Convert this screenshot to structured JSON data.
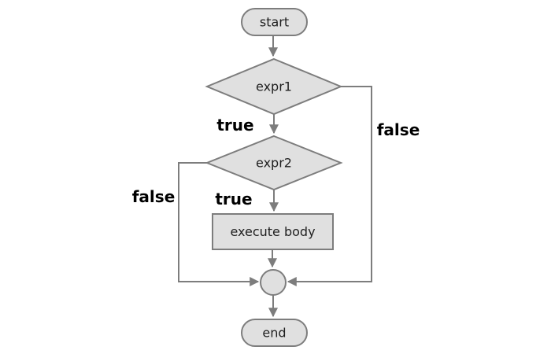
{
  "diagram": {
    "type": "flowchart",
    "nodes": {
      "start": {
        "label": "start",
        "shape": "stadium"
      },
      "expr1": {
        "label": "expr1",
        "shape": "diamond"
      },
      "expr2": {
        "label": "expr2",
        "shape": "diamond"
      },
      "execute_body": {
        "label": "execute body",
        "shape": "rectangle"
      },
      "junction": {
        "label": "",
        "shape": "circle"
      },
      "end": {
        "label": "end",
        "shape": "stadium"
      }
    },
    "edges": [
      {
        "from": "start",
        "to": "expr1",
        "label": ""
      },
      {
        "from": "expr1",
        "to": "expr2",
        "label": "true"
      },
      {
        "from": "expr1",
        "to": "junction",
        "label": "false"
      },
      {
        "from": "expr2",
        "to": "execute_body",
        "label": "true"
      },
      {
        "from": "expr2",
        "to": "junction",
        "label": "false"
      },
      {
        "from": "execute_body",
        "to": "junction",
        "label": ""
      },
      {
        "from": "junction",
        "to": "end",
        "label": ""
      }
    ],
    "edge_labels": {
      "expr1_true": "true",
      "expr1_false": "false",
      "expr2_true": "true",
      "expr2_false": "false"
    },
    "colors": {
      "background": "#ffffff",
      "node_fill": "#e0e0e0",
      "node_border": "#7d7d7d",
      "edge_line": "#7d7d7d",
      "node_text": "#1f1f1f",
      "edge_label_text": "#000000"
    }
  }
}
